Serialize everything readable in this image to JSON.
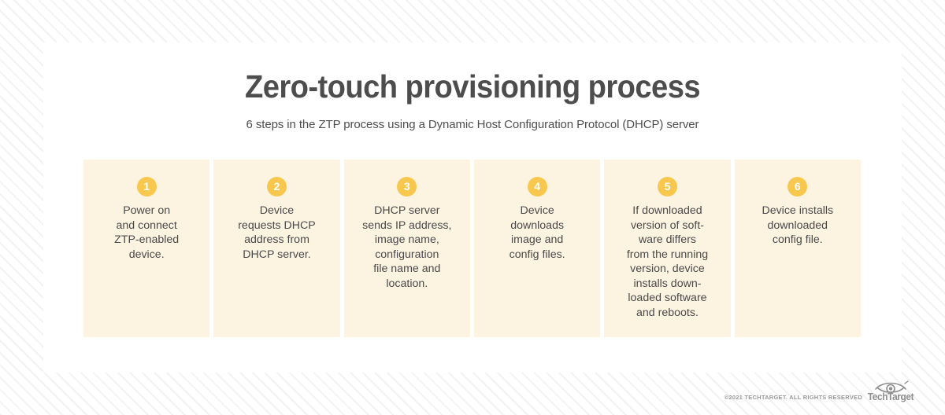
{
  "background": {
    "stripe_color": "#f2f2f2",
    "base_color": "#ffffff"
  },
  "card": {
    "background": "#ffffff",
    "title": "Zero-touch provisioning process",
    "subtitle": "6 steps in the ZTP process using a Dynamic Host Configuration Protocol (DHCP) server",
    "title_color": "#4d4d4d"
  },
  "steps": {
    "panel_color": "#fdf3e1",
    "badge_color": "#f8c84e",
    "badge_text_color": "#ffffff",
    "text_color": "#4a4a4a",
    "items": [
      {
        "number": "1",
        "text": "Power on\nand connect\nZTP-enabled\ndevice."
      },
      {
        "number": "2",
        "text": "Device\nrequests DHCP\naddress from\nDHCP server."
      },
      {
        "number": "3",
        "text": "DHCP server\nsends IP address,\nimage name,\nconfiguration\nfile name and\nlocation."
      },
      {
        "number": "4",
        "text": "Device\ndownloads\nimage and\nconfig files."
      },
      {
        "number": "5",
        "text": "If downloaded\nversion of soft-\nware differs\nfrom the running\nversion, device\ninstalls down-\nloaded software\nand reboots."
      },
      {
        "number": "6",
        "text": "Device installs\ndownloaded\nconfig file."
      }
    ]
  },
  "footer": {
    "copyright": "©2021 TECHTARGET. ALL RIGHTS RESERVED",
    "logo_wordmark": "TechTarget",
    "logo_icon": "eye-icon",
    "logo_color": "#8e8e8e"
  }
}
